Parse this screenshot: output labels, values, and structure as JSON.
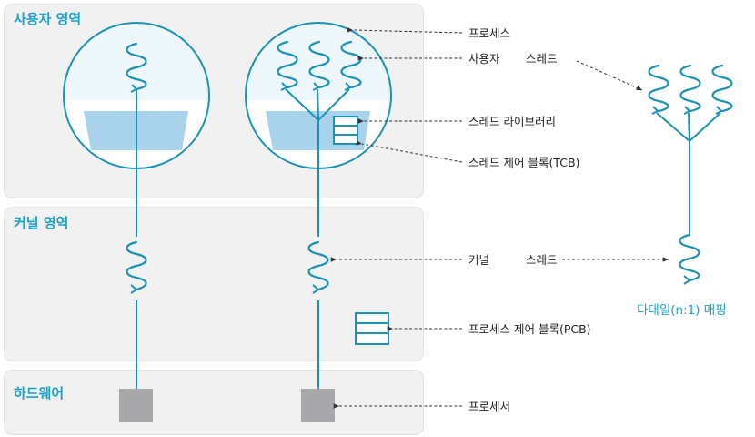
{
  "regions": {
    "user": "사용자 영역",
    "kernel": "커널 영역",
    "hardware": "하드웨어"
  },
  "labels": {
    "process": "프로세스",
    "user_thread_a": "사용자",
    "user_thread_b": "스레드",
    "thread_library": "스레드 라이브러리",
    "tcb": "스레드 제어 블록(TCB)",
    "kernel_thread_a": "커널",
    "kernel_thread_b": "스레드",
    "pcb": "프로세스 제어 블록(PCB)",
    "processor": "프로세서"
  },
  "mapping_caption": "다대일(n:1) 매핑",
  "colors": {
    "accent": "#1aa3c8",
    "thread": "#1b93b5",
    "circle_fill": "#ffffff",
    "library_fill": "#a9d3ea",
    "circle_top_fill": "#eef7fc",
    "processor_fill": "#a8a8ab",
    "panel_fill": "#f1f1f2"
  }
}
